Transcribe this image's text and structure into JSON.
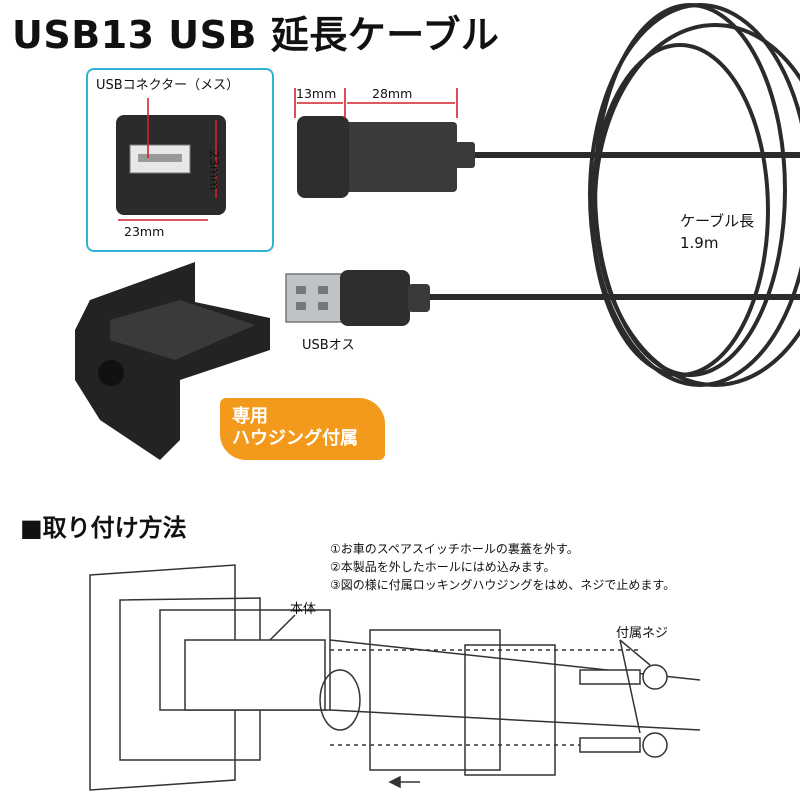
{
  "title": "USB13 USB 延長ケーブル",
  "inset": {
    "connector_label": "USBコネクター（メス）",
    "width_dim": "23mm",
    "height_dim": "23mm"
  },
  "dimensions": {
    "front_len": "13mm",
    "body_len": "28mm"
  },
  "cable_length": {
    "label": "ケーブル長",
    "value": "1.9m"
  },
  "male_label": "USBオス",
  "housing_badge": {
    "line1": "専用",
    "line2": "ハウジング付属"
  },
  "install": {
    "heading": "■取り付け方法",
    "steps": [
      "①お車のスペアスイッチホールの裏蓋を外す。",
      "②本製品を外したホールにはめ込みます。",
      "③図の様に付属ロッキングハウジングをはめ、ネジで止めます。"
    ],
    "body_label": "本体",
    "screw_label": "付属ネジ"
  }
}
